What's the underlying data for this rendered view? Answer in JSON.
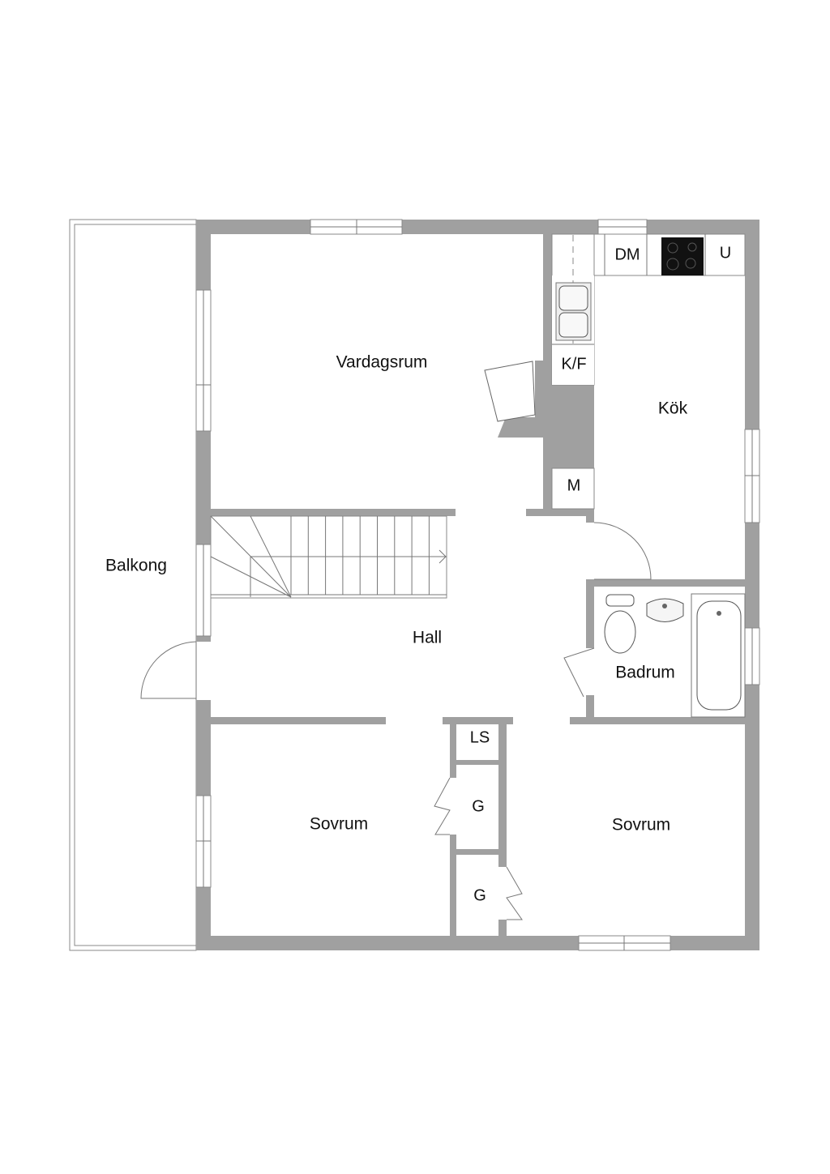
{
  "plan": {
    "colors": {
      "wall": "#a0a0a0",
      "stove": "#111111",
      "background": "#ffffff"
    },
    "rooms": {
      "vardagsrum": "Vardagsrum",
      "kok": "Kök",
      "balkong": "Balkong",
      "hall": "Hall",
      "badrum": "Badrum",
      "sovrum_left": "Sovrum",
      "sovrum_right": "Sovrum"
    },
    "fixtures": {
      "dm": "DM",
      "u": "U",
      "kf": "K/F",
      "m": "M",
      "ls": "LS",
      "g1": "G",
      "g2": "G"
    }
  }
}
